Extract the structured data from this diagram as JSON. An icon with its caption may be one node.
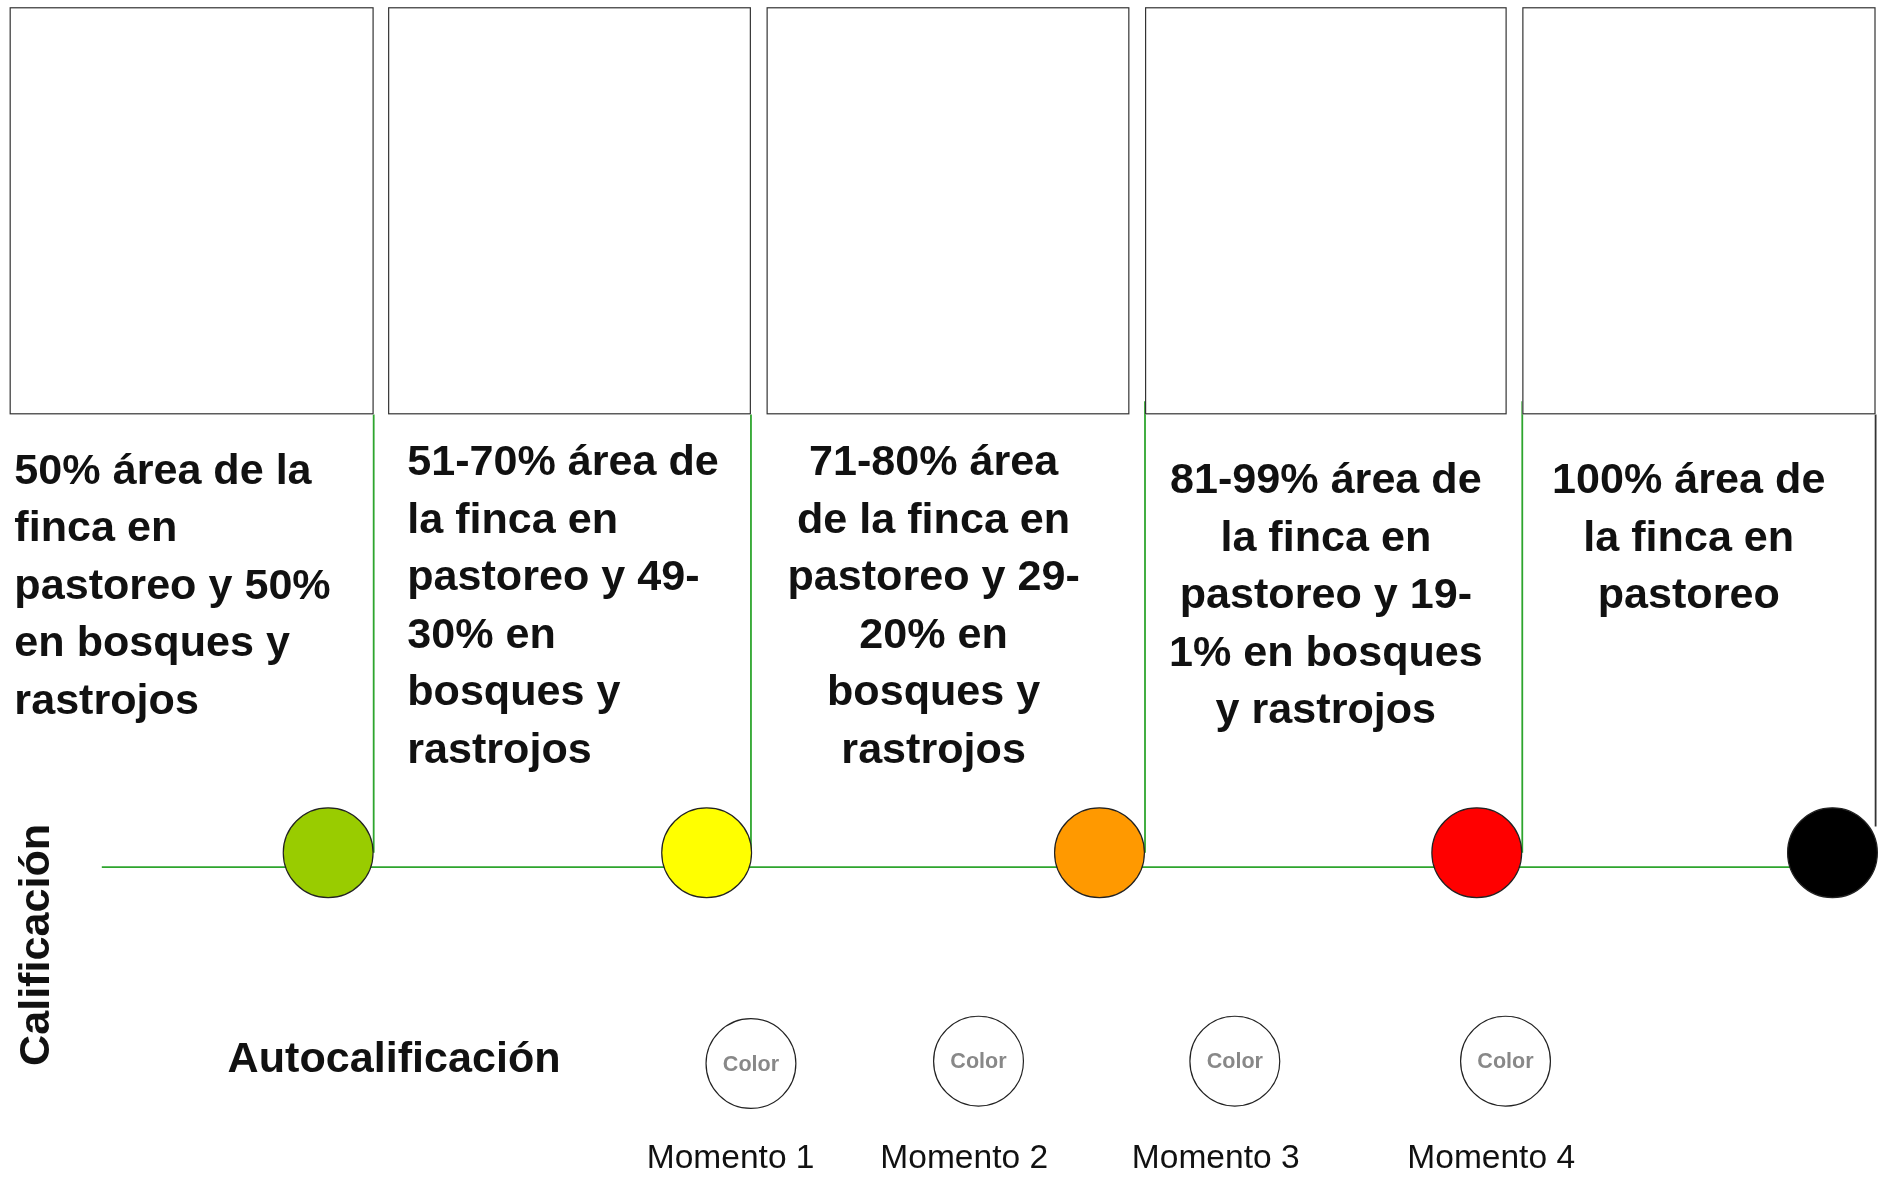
{
  "diagram": {
    "nodes": [
      {
        "text": [],
        "shape": "box"
      },
      {
        "text": [],
        "shape": "box"
      },
      {
        "text": [],
        "shape": "box"
      },
      {
        "text": [],
        "shape": "box"
      },
      {
        "text": [],
        "shape": "box"
      },
      {
        "text": [],
        "shape": "circle"
      },
      {
        "text": [],
        "shape": "circle"
      },
      {
        "text": [],
        "shape": "circle"
      },
      {
        "text": [],
        "shape": "circle"
      },
      {
        "text": [],
        "shape": "circle"
      },
      {
        "text": [
          "Color"
        ],
        "beside": [
          "Momento 1"
        ]
      },
      {
        "text": [
          "Color"
        ],
        "beside": [
          "Momento 2"
        ]
      },
      {
        "text": [
          "Color"
        ],
        "beside": [
          "Momento 3"
        ]
      },
      {
        "text": [
          "Color"
        ],
        "beside": [
          "Momento 4"
        ]
      }
    ],
    "labels": [
      "50% área de la finca en pastoreo y 50% en bosques y rastrojos",
      "51-70% área de la finca en pastoreo y 49-30% en bosques y rastrojos",
      "71-80% área de la finca en pastoreo y 29-20% en bosques y rastrojos",
      "81-99% área de la finca en pastoreo y 19-1% en bosques y rastrojos",
      "100% área de la finca en pastoreo",
      "Calificación",
      "Autocalificación"
    ]
  }
}
